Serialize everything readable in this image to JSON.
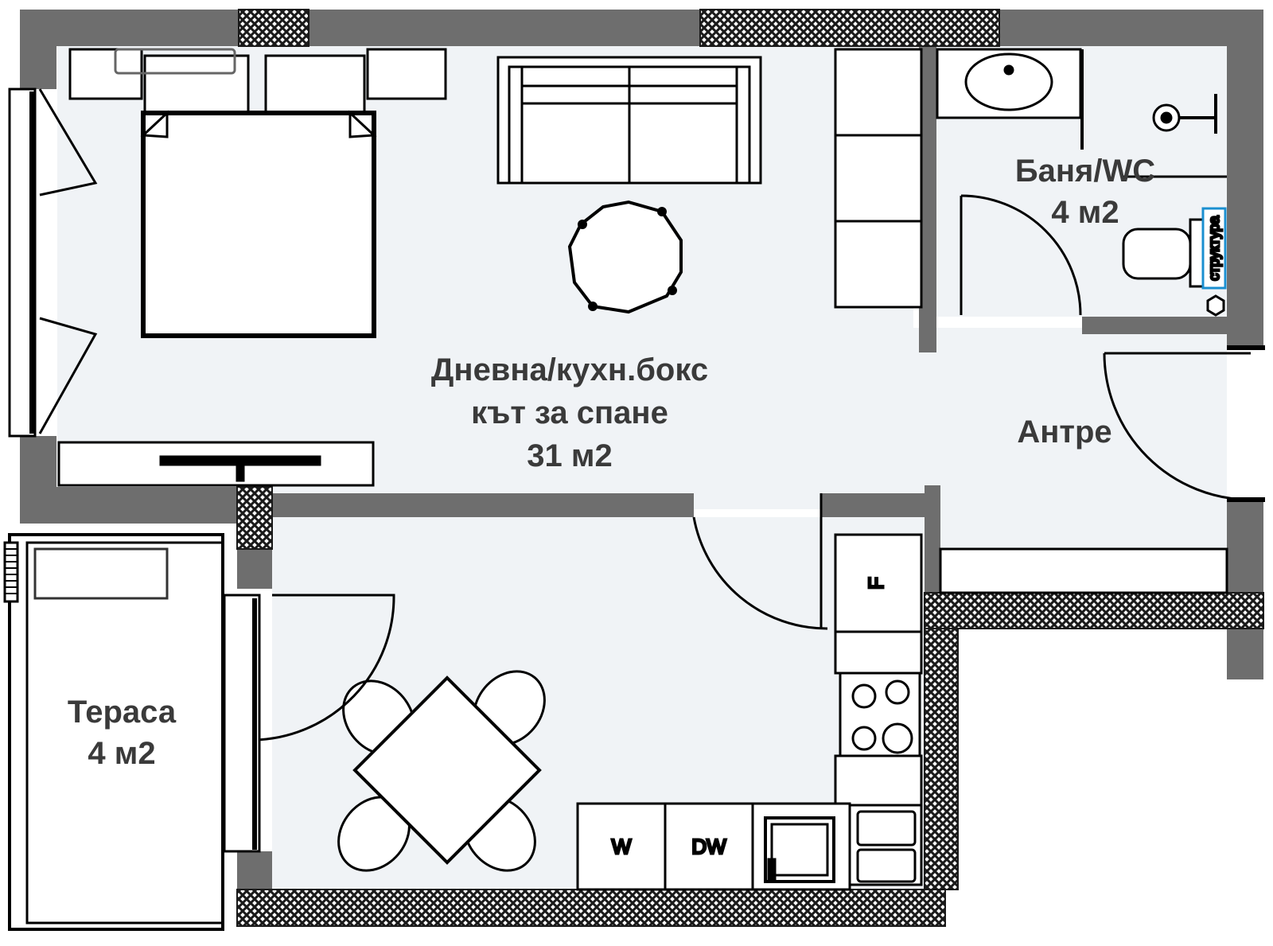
{
  "rooms": {
    "living": {
      "line1": "Дневна/кухн.бокс",
      "line2": "кът за спане",
      "area": "31 м2"
    },
    "bath": {
      "name": "Баня/WC",
      "area": "4 м2"
    },
    "entry": {
      "name": "Антре"
    },
    "terrace": {
      "name": "Тераса",
      "area": "4 м2"
    }
  },
  "appliances": {
    "fridge": "F",
    "washer": "W",
    "dishwasher": "DW"
  },
  "structure_label": "структура",
  "colors": {
    "wall": "#6e6e6e",
    "wall_dark": "#555555",
    "floor": "#f0f3f6",
    "line": "#000000",
    "hatch": "#1a1a1a",
    "accent": "#1a8fd0"
  }
}
